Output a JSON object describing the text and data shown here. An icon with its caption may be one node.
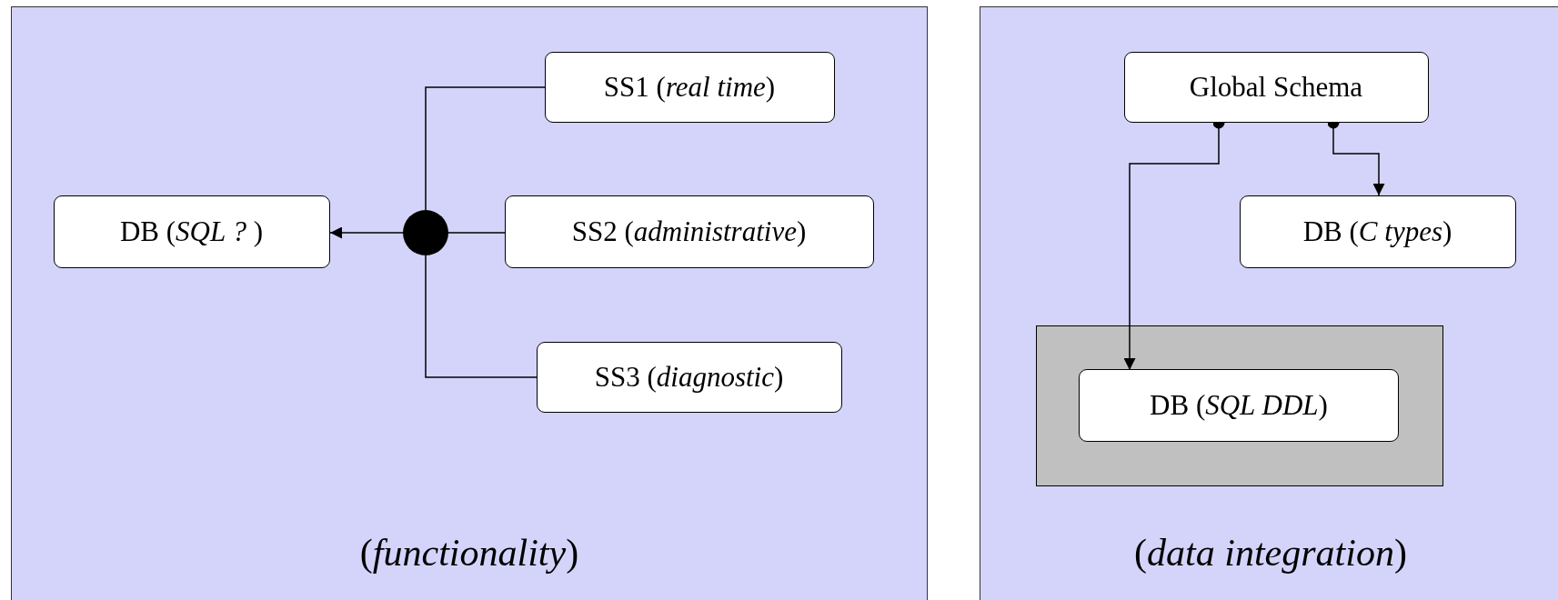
{
  "diagram": {
    "nodes": [
      {
        "text": [
          "(*functionality*)"
        ]
      },
      {
        "text": [
          "SS1 (*real time*)"
        ],
        "in": 0
      },
      {
        "text": [
          "DB (*SQL ?* )"
        ],
        "in": 0
      },
      {
        "text": [],
        "shape": "circle",
        "in": 0
      },
      {
        "text": [
          "SS2 (*administrative*)"
        ],
        "in": 0
      },
      {
        "text": [
          "SS3 (*diagnostic*)"
        ],
        "in": 0
      },
      {
        "text": [
          "(*data integration*)"
        ]
      },
      {
        "text": [
          "Global Schema"
        ],
        "in": 6
      },
      {
        "text": [
          "DB (*C types*)"
        ],
        "in": 6
      },
      {
        "text": [],
        "shape": "box",
        "in": 6
      },
      {
        "text": [
          "DB (*SQL DDL*)"
        ],
        "in": 9
      }
    ],
    "edges": [
      {
        "from": 1,
        "to": 3,
        "arrow": "none"
      },
      {
        "from": 4,
        "to": 3,
        "arrow": "none"
      },
      {
        "from": 5,
        "to": 3,
        "arrow": "none"
      },
      {
        "from": 3,
        "to": 2,
        "arrow": "to"
      },
      {
        "from": 7,
        "to": 10,
        "arrow": "to"
      },
      {
        "from": 7,
        "to": 8,
        "arrow": "to"
      }
    ]
  }
}
